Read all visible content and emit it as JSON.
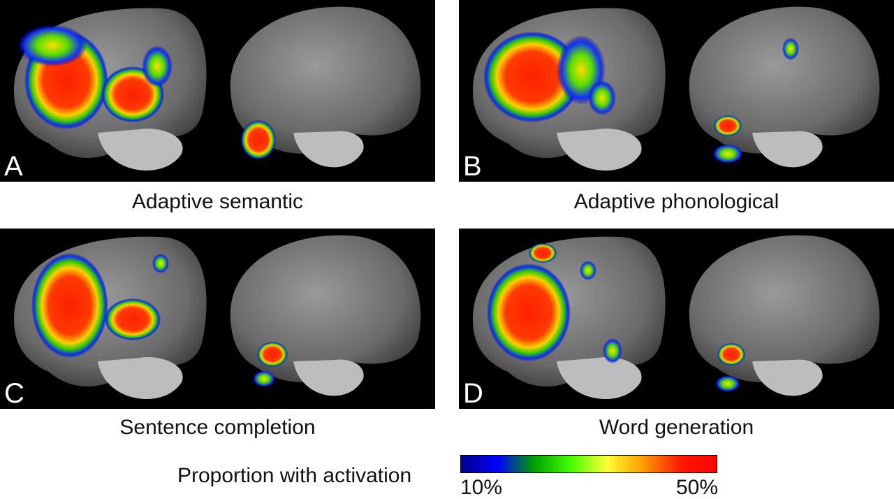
{
  "panels": [
    {
      "letter": "A",
      "caption": "Adaptive semantic"
    },
    {
      "letter": "B",
      "caption": "Adaptive phonological"
    },
    {
      "letter": "C",
      "caption": "Sentence completion"
    },
    {
      "letter": "D",
      "caption": "Word generation"
    }
  ],
  "legend": {
    "label": "Proportion with activation",
    "min_label": "10%",
    "max_label": "50%",
    "colors": [
      "#00008b",
      "#0000ff",
      "#00a000",
      "#44ff00",
      "#ffff33",
      "#ff9900",
      "#ff1a00",
      "#ff0000"
    ]
  }
}
